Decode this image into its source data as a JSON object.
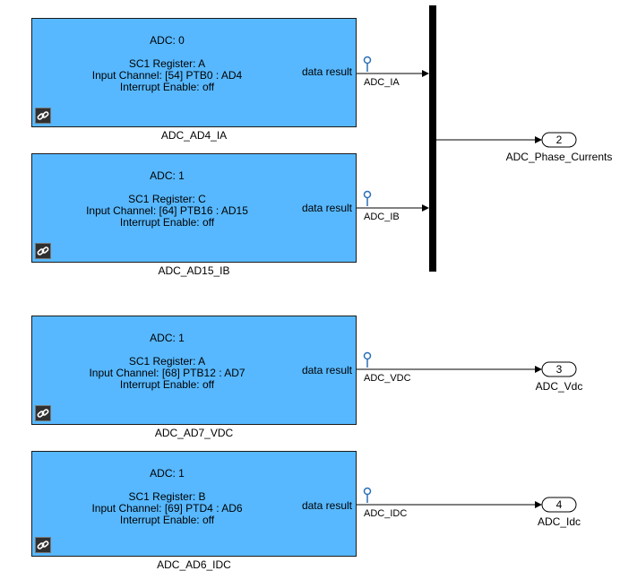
{
  "blocks": [
    {
      "adc": "ADC: 0",
      "sc1": "SC1 Register: A",
      "channel": "Input Channel: [54] PTB0 : AD4",
      "interrupt": "Interrupt Enable: off",
      "port": "data result",
      "name": "ADC_AD4_IA",
      "signal": "ADC_IA"
    },
    {
      "adc": "ADC: 1",
      "sc1": "SC1 Register: C",
      "channel": "Input Channel: [64] PTB16 : AD15",
      "interrupt": "Interrupt Enable: off",
      "port": "data result",
      "name": "ADC_AD15_IB",
      "signal": "ADC_IB"
    },
    {
      "adc": "ADC: 1",
      "sc1": "SC1 Register: A",
      "channel": "Input Channel: [68] PTB12 : AD7",
      "interrupt": "Interrupt Enable: off",
      "port": "data result",
      "name": "ADC_AD7_VDC",
      "signal": "ADC_VDC"
    },
    {
      "adc": "ADC: 1",
      "sc1": "SC1 Register: B",
      "channel": "Input Channel: [69] PTD4 : AD6",
      "interrupt": "Interrupt Enable: off",
      "port": "data result",
      "name": "ADC_AD6_IDC",
      "signal": "ADC_IDC"
    }
  ],
  "outports": [
    {
      "number": "2",
      "name": "ADC_Phase_Currents"
    },
    {
      "number": "3",
      "name": "ADC_Vdc"
    },
    {
      "number": "4",
      "name": "ADC_Idc"
    }
  ],
  "colors": {
    "block_fill": "#57b8ff",
    "wire": "#000000",
    "test_point": "#2a6fb8"
  }
}
